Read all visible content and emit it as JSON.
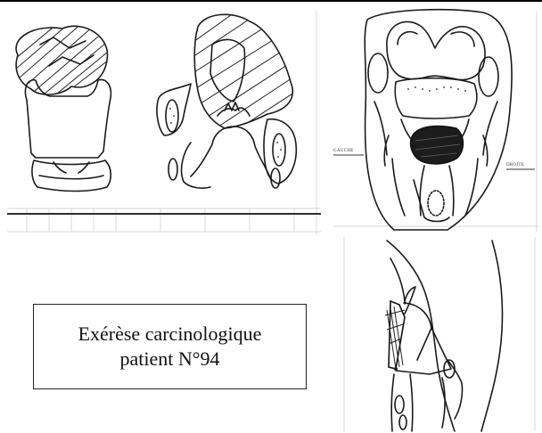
{
  "caption": {
    "line1": "Exérèse carcinologique",
    "line2": "patient N°94"
  },
  "diagram": {
    "left_label": "GAUCHE",
    "right_label": "DROITE"
  },
  "colors": {
    "ink": "#1a1a1a",
    "grid": "#c9c9c9",
    "border": "#222222"
  }
}
